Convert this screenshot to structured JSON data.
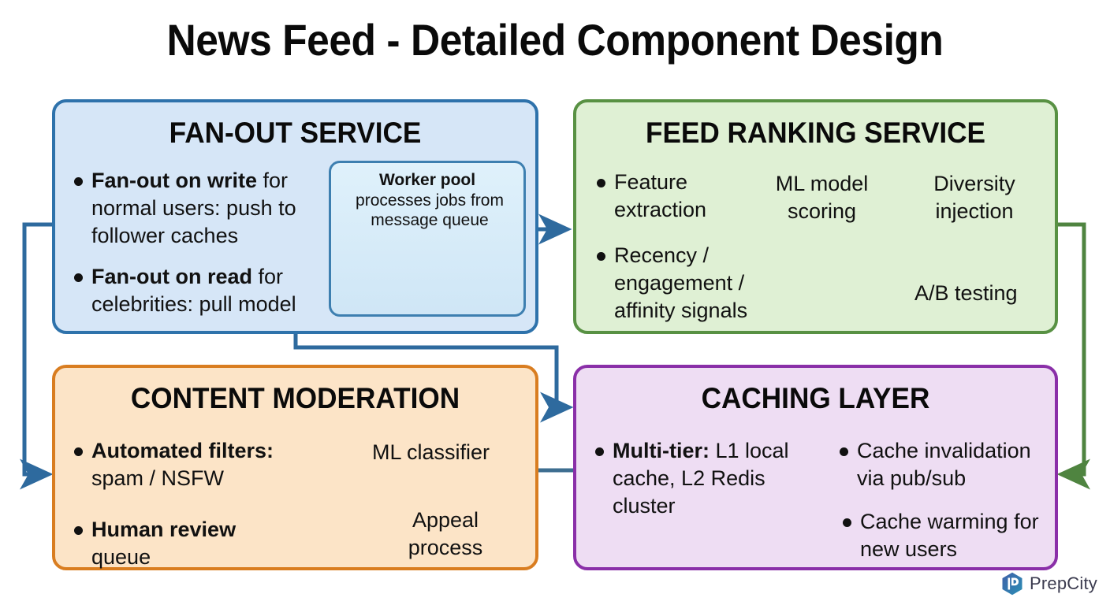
{
  "title": "News Feed - Detailed Component Design",
  "colors": {
    "fanout_border": "#2e72ab",
    "fanout_fill": "#d6e6f7",
    "ranking_border": "#589143",
    "ranking_fill": "#dff0d4",
    "moderation_border": "#d97d20",
    "moderation_fill": "#fce4c7",
    "caching_border": "#8a2fa8",
    "caching_fill": "#eeddf3"
  },
  "panels": {
    "fanout": {
      "heading": "FAN-OUT SERVICE",
      "bullets": [
        {
          "strong": "Fan-out on write",
          "rest": " for normal users: push to follower caches"
        },
        {
          "strong": "Fan-out on read",
          "rest": " for celebrities: pull model"
        }
      ],
      "worker_pool": {
        "heading": "Worker pool",
        "subtitle": "processes jobs from message queue"
      }
    },
    "ranking": {
      "heading": "FEED RANKING SERVICE",
      "bullets": [
        {
          "text": "Feature extraction"
        },
        {
          "text": "Recency / engagement / affinity signals"
        }
      ],
      "nodes": [
        {
          "text": "ML model scoring"
        },
        {
          "text": "Diversity injection"
        },
        {
          "text": "A/B testing"
        }
      ]
    },
    "moderation": {
      "heading": "CONTENT MODERATION",
      "bullets": [
        {
          "strong": "Automated filters:",
          "rest": " spam / NSFW"
        },
        {
          "strong": "Human review",
          "rest": " queue"
        }
      ],
      "nodes": [
        {
          "text": "ML classifier"
        },
        {
          "text": "Appeal process"
        }
      ]
    },
    "caching": {
      "heading": "CACHING LAYER",
      "bullets": [
        {
          "strong": "Multi-tier:",
          "rest": " L1 local cache, L2 Redis cluster"
        },
        {
          "strong": "",
          "rest": "Cache invalidation via pub/sub"
        },
        {
          "strong": "",
          "rest": "Cache warming for new users"
        }
      ]
    }
  },
  "watermark": {
    "label": "PrepCity",
    "icon": "prepcity-logo-icon"
  }
}
